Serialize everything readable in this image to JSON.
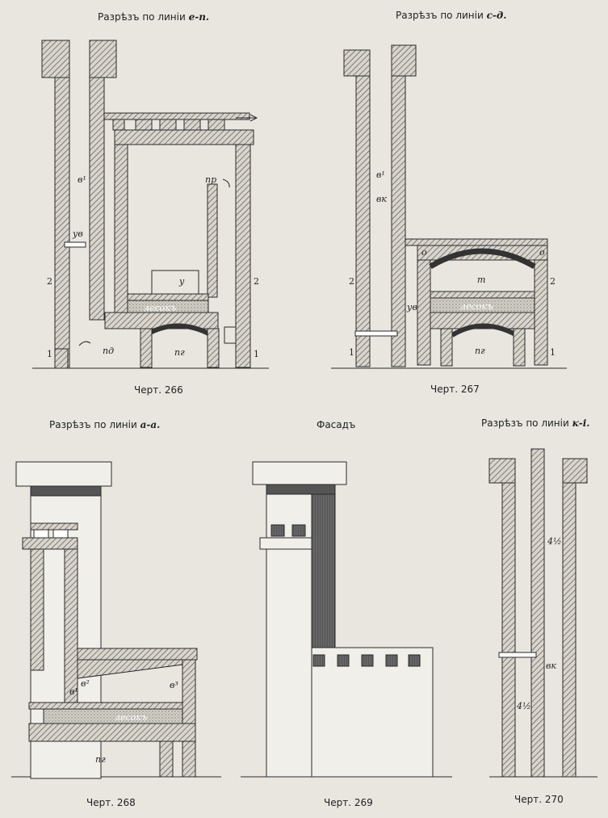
{
  "figures": [
    {
      "title_prefix": "Разрѣзъ по линіи ",
      "title_italic": "е-п.",
      "caption": "Черт. 266"
    },
    {
      "title_prefix": "Разрѣзъ по линіи ",
      "title_italic": "с-д.",
      "caption": "Черт. 267"
    },
    {
      "title_prefix": "Разрѣзъ по линіи ",
      "title_italic": "а-а.",
      "caption": "Черт. 268"
    },
    {
      "title_prefix": "Фасадъ",
      "title_italic": "",
      "caption": "Черт. 269"
    },
    {
      "title_prefix": "Разрѣзъ по линіи ",
      "title_italic": "к-і.",
      "caption": "Черт. 270"
    }
  ],
  "marks": {
    "fig266": [
      "в¹",
      "ув",
      "пр",
      "у",
      "лесокъ",
      "пд",
      "пг",
      "2",
      "2",
      "1",
      "1"
    ],
    "fig267": [
      "в¹",
      "вк",
      "о",
      "о",
      "т",
      "лесокъ",
      "ув",
      "пг",
      "2",
      "2",
      "1",
      "1"
    ],
    "fig268": [
      "лесокъ",
      "пг",
      "в¹",
      "в²",
      "в³"
    ],
    "fig270": [
      "4½",
      "вк",
      "4½"
    ]
  },
  "colors": {
    "paper": "#e9e6df",
    "ink": "#2a2a2a",
    "hatch": "#555555",
    "sand": "#cfcbc0"
  }
}
